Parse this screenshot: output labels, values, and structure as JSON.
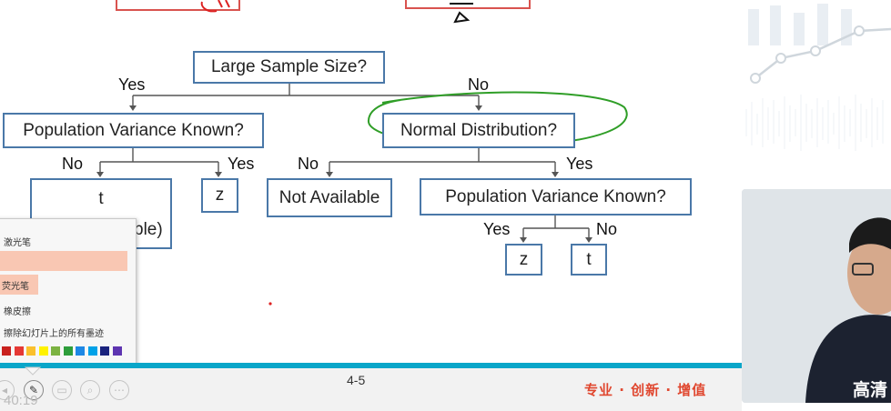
{
  "flowchart": {
    "root": "Large Sample Size?",
    "root_yes": "Yes",
    "root_no": "No",
    "left_q": "Population Variance Known?",
    "left_no": "No",
    "left_yes": "Yes",
    "left_no_result": "t",
    "left_no_result_sub": "ble)",
    "left_yes_result": "z",
    "right_q": "Normal Distribution?",
    "right_no": "No",
    "right_yes": "Yes",
    "right_no_result": "Not Available",
    "right_yes_q": "Population Variance Known?",
    "sub_yes": "Yes",
    "sub_no": "No",
    "sub_yes_result": "z",
    "sub_no_result": "t"
  },
  "pen_menu": {
    "items": [
      "激光笔",
      "",
      "荧光笔",
      "橡皮擦",
      "擦除幻灯片上的所有墨迹"
    ],
    "colors": [
      "#c9211e",
      "#e53935",
      "#fbc02d",
      "#fff200",
      "#7cb342",
      "#2e9e3b",
      "#1e88e5",
      "#00a2e8",
      "#1a237e",
      "#5e35b1"
    ]
  },
  "toolbar": {
    "page_number": "4-5",
    "slogan": "专业 · 创新 · 增值",
    "timestamp": "40:19",
    "tools": [
      "arrow-icon",
      "pen-icon",
      "slides-icon",
      "zoom-icon",
      "more-icon"
    ]
  },
  "webcam": {
    "name_partial": "高清"
  },
  "colors": {
    "box_border": "#4a78a8",
    "annotation_green": "#2f9e27",
    "progress": "#0aa6c9",
    "slogan": "#e0472f"
  }
}
